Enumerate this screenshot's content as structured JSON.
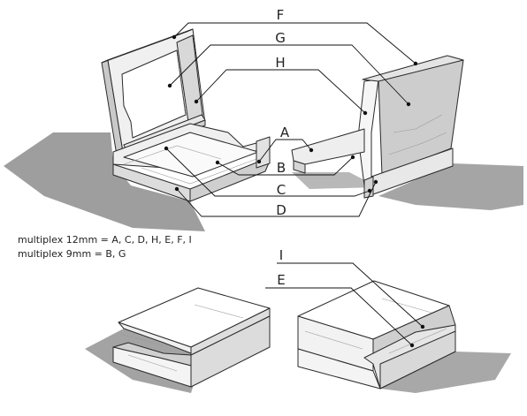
{
  "labels": {
    "F": "F",
    "G": "G",
    "H": "H",
    "A": "A",
    "B": "B",
    "C": "C",
    "D": "D",
    "I": "I",
    "E": "E"
  },
  "notes": {
    "line1": "multiplex 12mm = A, C, D, H, E, F, I",
    "line2": "multiplex 9mm = B, G"
  },
  "colors": {
    "shadow": "#9e9e9e",
    "face_light": "#ffffff",
    "face_mid": "#e6e6e6",
    "face_dark": "#c4c4c4",
    "panel_edge": "#2a2a2a"
  }
}
